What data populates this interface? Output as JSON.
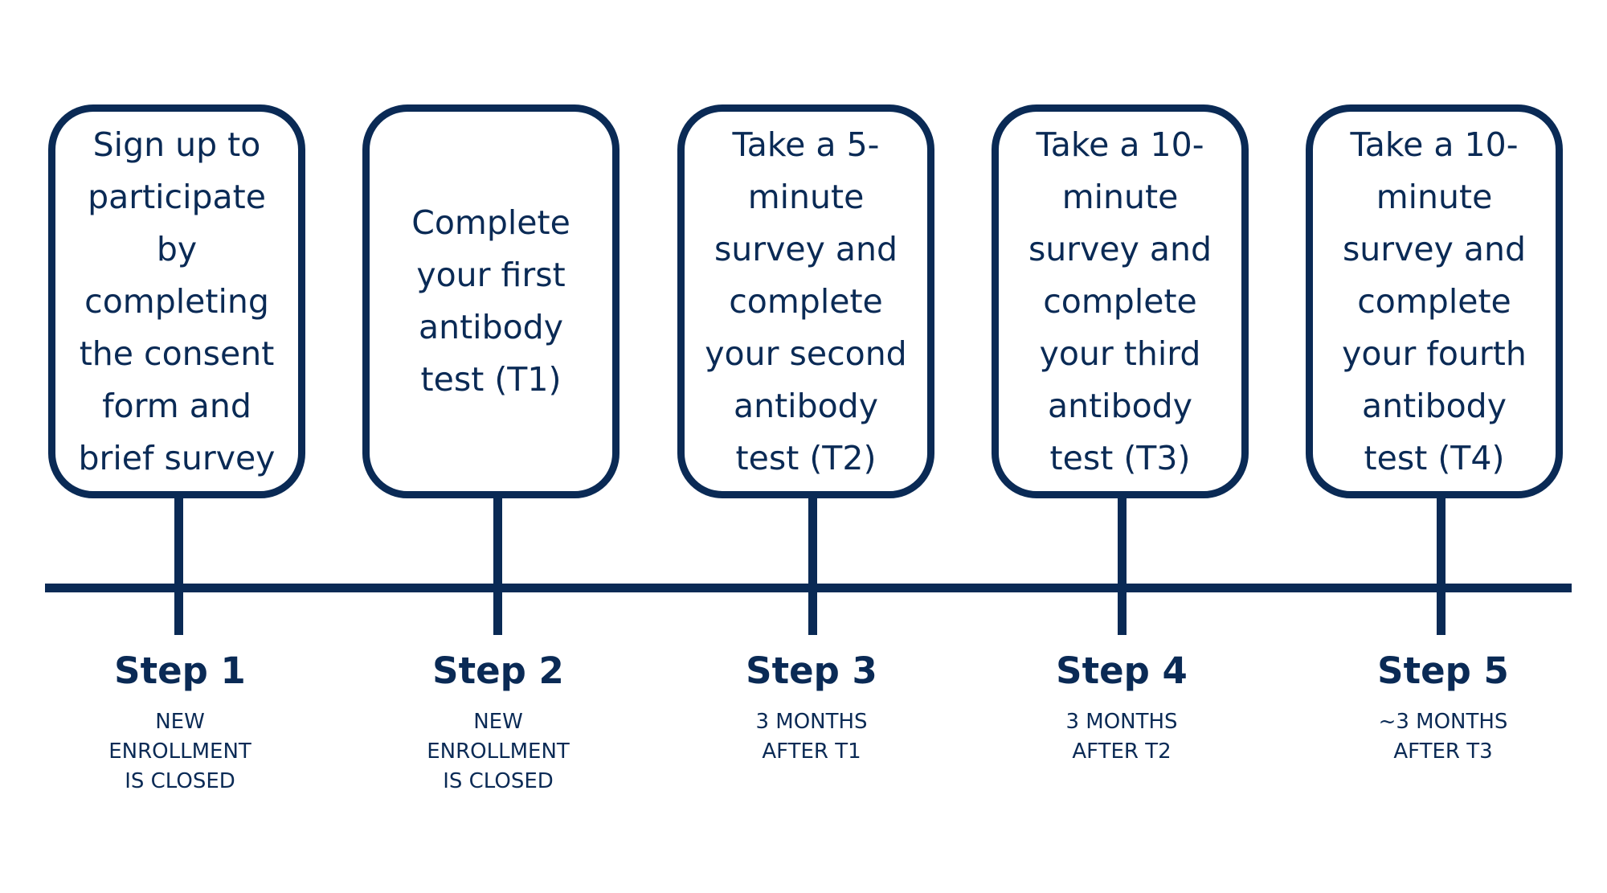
{
  "colors": {
    "primary": "#0a2a55",
    "background": "#ffffff"
  },
  "steps": [
    {
      "title": "Step 1",
      "description": "Sign up to participate by completing the consent form and brief survey",
      "note": "NEW\nENROLLMENT\nIS CLOSED"
    },
    {
      "title": "Step 2",
      "description": "Complete your first antibody test (T1)",
      "note": "NEW\nENROLLMENT\nIS CLOSED"
    },
    {
      "title": "Step 3",
      "description": "Take a 5-minute survey and complete your second antibody test (T2)",
      "note": "3 MONTHS\nAFTER T1"
    },
    {
      "title": "Step 4",
      "description": "Take a 10-minute survey and complete your third antibody test (T3)",
      "note": "3 MONTHS\nAFTER T2"
    },
    {
      "title": "Step 5",
      "description": "Take a 10-minute survey and complete your fourth antibody test (T4)",
      "note": "~3 MONTHS\nAFTER T3"
    }
  ]
}
